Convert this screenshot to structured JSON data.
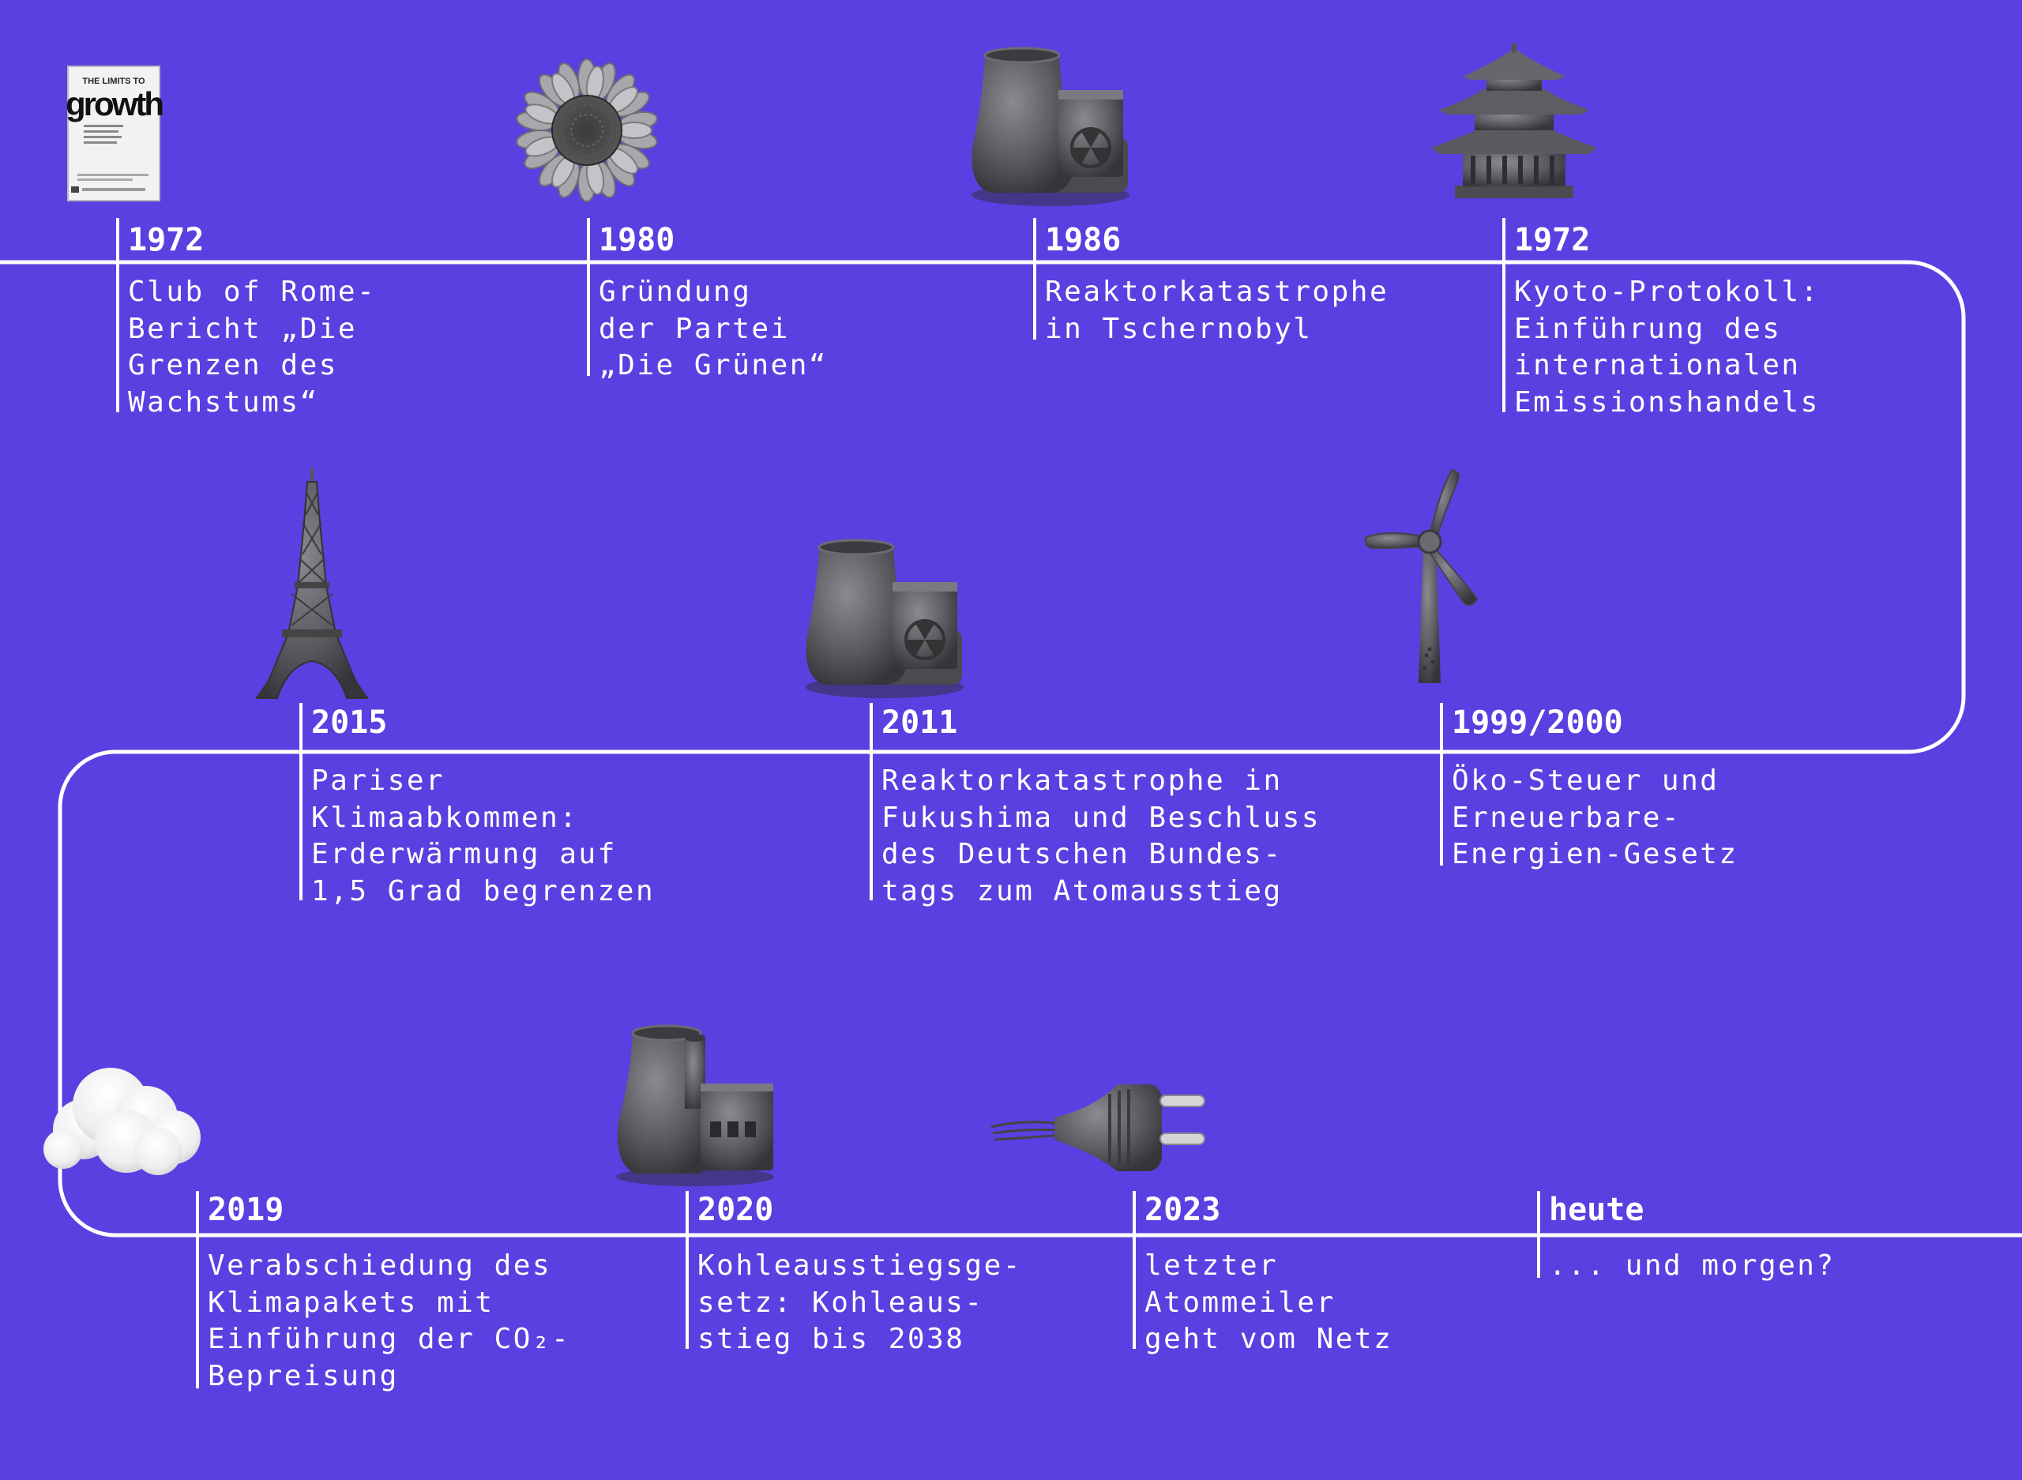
{
  "colors": {
    "background": "#5c3fe0",
    "line": "#ffffff",
    "icon": "#58585c"
  },
  "events": [
    {
      "year": "1972",
      "text": "Club of Rome-\nBericht „Die\nGrenzen des\nWachstums“",
      "icon": "book-icon",
      "book_title_top": "THE LIMITS TO",
      "book_title_word": "growth"
    },
    {
      "year": "1980",
      "text": "Gründung\nder Partei\n„Die Grünen“",
      "icon": "sunflower-icon"
    },
    {
      "year": "1986",
      "text": "Reaktorkatastrophe\nin Tschernobyl",
      "icon": "nuclear-plant-icon"
    },
    {
      "year": "1972",
      "text": "Kyoto-Protokoll:\nEinführung des\ninternationalen\nEmissionshandels",
      "icon": "pagoda-icon"
    },
    {
      "year": "2015",
      "text": "Pariser\nKlimaabkommen:\nErderwärmung auf\n1,5 Grad begrenzen",
      "icon": "eiffel-tower-icon"
    },
    {
      "year": "2011",
      "text": "Reaktorkatastrophe in\nFukushima und Beschluss\ndes Deutschen Bundes-\ntags zum Atomausstieg",
      "icon": "nuclear-plant-icon"
    },
    {
      "year": "1999/2000",
      "text": "Öko-Steuer und\nErneuerbare-\nEnergien-Gesetz",
      "icon": "wind-turbine-icon"
    },
    {
      "year": "2019",
      "text": "Verabschiedung des\nKlimapakets mit\nEinführung der CO₂-\nBepreisung",
      "icon": "cloud-icon"
    },
    {
      "year": "2020",
      "text": "Kohleausstiegsge-\nsetz: Kohleaus-\nstieg bis 2038",
      "icon": "factory-icon"
    },
    {
      "year": "2023",
      "text": "letzter\nAtommeiler\ngeht vom Netz",
      "icon": "power-plug-icon"
    },
    {
      "year": "heute",
      "text": "... und morgen?",
      "icon": ""
    }
  ]
}
